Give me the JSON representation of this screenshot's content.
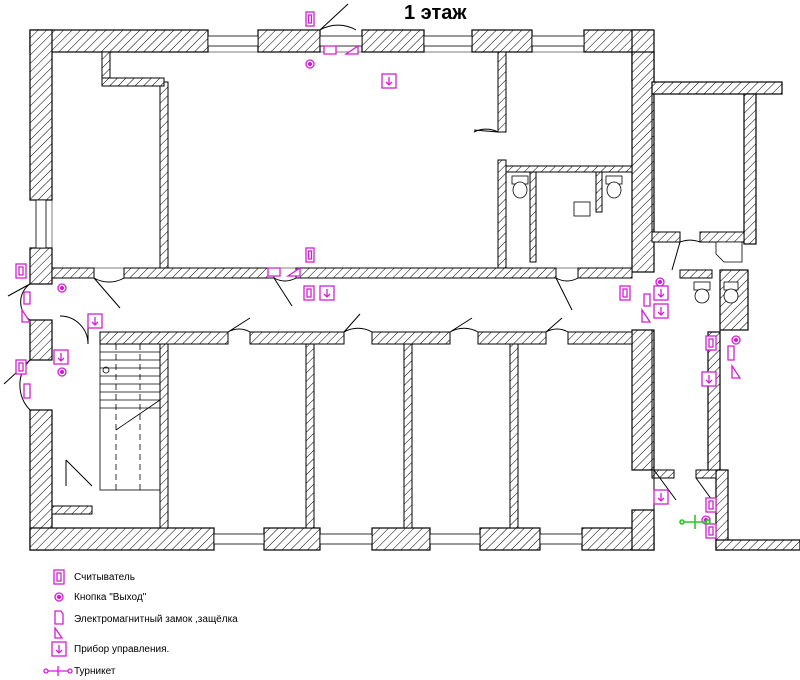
{
  "title": "1 этаж",
  "colors": {
    "wall_hatch": "#000000",
    "device": "#d41ed4",
    "turnstile": "#22cc22",
    "background": "#ffffff"
  },
  "legend": [
    {
      "icon": "card-reader-icon",
      "label": "Считыватель"
    },
    {
      "icon": "exit-button-icon",
      "label": "Кнопка \"Выход\""
    },
    {
      "icon": "electromagnetic-lock-icon",
      "label": "Электромагнитный замок ,защёлка"
    },
    {
      "icon": "control-unit-icon",
      "label": "Прибор управления."
    },
    {
      "icon": "turnstile-icon",
      "label": "Турникет"
    }
  ]
}
